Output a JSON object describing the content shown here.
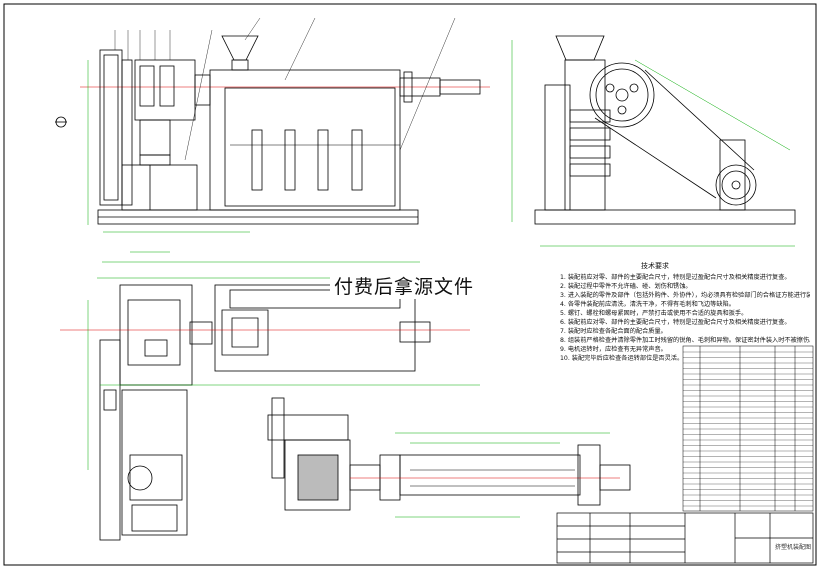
{
  "watermark": "付费后拿源文件",
  "technical_requirements": {
    "title": "技术要求",
    "items": [
      "1. 装配前应对零、部件的主要配合尺寸，特别是过盈配合尺寸及相关精度进行复查。",
      "2. 装配过程中零件不允许磕、碰、划伤和锈蚀。",
      "3. 进入装配的零件及部件（包括外购件、外协件），均必须具有检验部门的合格证方能进行装配。",
      "4. 各零件装配前应清洗，清洗干净，不得有毛刺和飞边等缺陷。",
      "5. 螺钉、螺栓和螺母紧固时，严禁打击或使用不合适的旋具和扳手。",
      "6. 装配前应对零、部件的主要配合尺寸，特别是过盈配合尺寸及相关精度进行复查。",
      "7. 装配时应检查各配合面的配合质量。",
      "8. 组装前严格检查并清除零件加工时残留的锐角、毛刺和异物。保证密封件装入时不被擦伤。",
      "9. 电机运转时，应检查有无异常声音。",
      "10. 装配完毕后应检查各运转部位是否灵活。"
    ]
  },
  "title_block": {
    "drawing_name": "挤塑机装配图",
    "company": "",
    "material": "",
    "scale": "",
    "sheet": ""
  }
}
